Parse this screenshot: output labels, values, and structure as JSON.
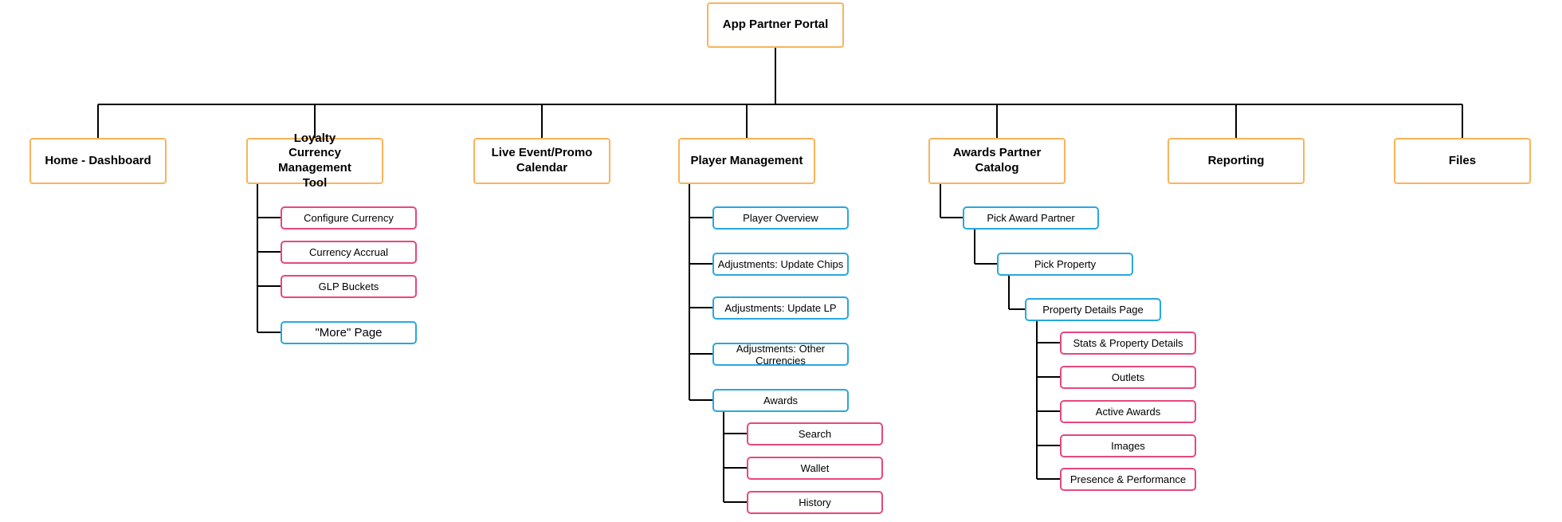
{
  "colors": {
    "primary_border": "#f9b45a",
    "page_border": "#27a8df",
    "subpage_border": "#e8477d",
    "connector": "#000000"
  },
  "root": {
    "label": "App Partner Portal"
  },
  "sections": [
    {
      "id": "home",
      "label": "Home - Dashboard"
    },
    {
      "id": "loyalty",
      "label": "Loyalty Currency Management Tool"
    },
    {
      "id": "calendar",
      "label": "Live Event/Promo Calendar"
    },
    {
      "id": "player",
      "label": "Player Management"
    },
    {
      "id": "awards",
      "label": "Awards Partner Catalog"
    },
    {
      "id": "reporting",
      "label": "Reporting"
    },
    {
      "id": "files",
      "label": "Files"
    }
  ],
  "loyalty_children": [
    {
      "label": "Configure Currency"
    },
    {
      "label": "Currency Accrual"
    },
    {
      "label": "GLP Buckets"
    },
    {
      "label": "\"More\" Page"
    }
  ],
  "player_children": [
    {
      "label": "Player Overview"
    },
    {
      "label": "Adjustments: Update Chips"
    },
    {
      "label": "Adjustments: Update LP"
    },
    {
      "label": "Adjustments: Other Currencies"
    },
    {
      "label": "Awards"
    }
  ],
  "player_awards_children": [
    {
      "label": "Search"
    },
    {
      "label": "Wallet"
    },
    {
      "label": "History"
    }
  ],
  "awards_path": [
    {
      "label": "Pick Award Partner"
    },
    {
      "label": "Pick Property"
    },
    {
      "label": "Property Details Page"
    }
  ],
  "property_children": [
    {
      "label": "Stats & Property Details"
    },
    {
      "label": "Outlets"
    },
    {
      "label": "Active Awards"
    },
    {
      "label": "Images"
    },
    {
      "label": "Presence & Performance"
    }
  ]
}
